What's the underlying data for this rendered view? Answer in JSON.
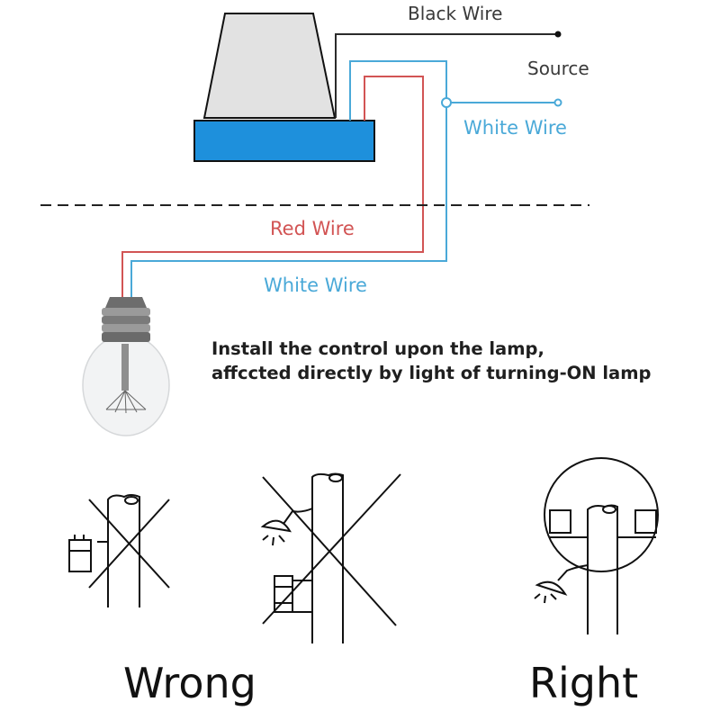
{
  "diagram": {
    "title": "Photocell switch wiring and mounting guide",
    "wires": {
      "black": {
        "label": "Black Wire",
        "color": "#2b2b2b"
      },
      "source": {
        "label": "Source"
      },
      "white_top": {
        "label": "White Wire",
        "color": "#4aa9d8"
      },
      "red": {
        "label": "Red Wire",
        "color": "#d25454"
      },
      "white_bottom": {
        "label": "White Wire",
        "color": "#4aa9d8"
      }
    },
    "sensor": {
      "cap_color": "#e2e2e2",
      "base_color": "#1e90dc"
    },
    "instruction": {
      "line1": "Install the control upon the lamp,",
      "line2": "affccted directly by light of turning-ON lamp"
    },
    "examples": {
      "wrong_label": "Wrong",
      "right_label": "Right"
    }
  }
}
